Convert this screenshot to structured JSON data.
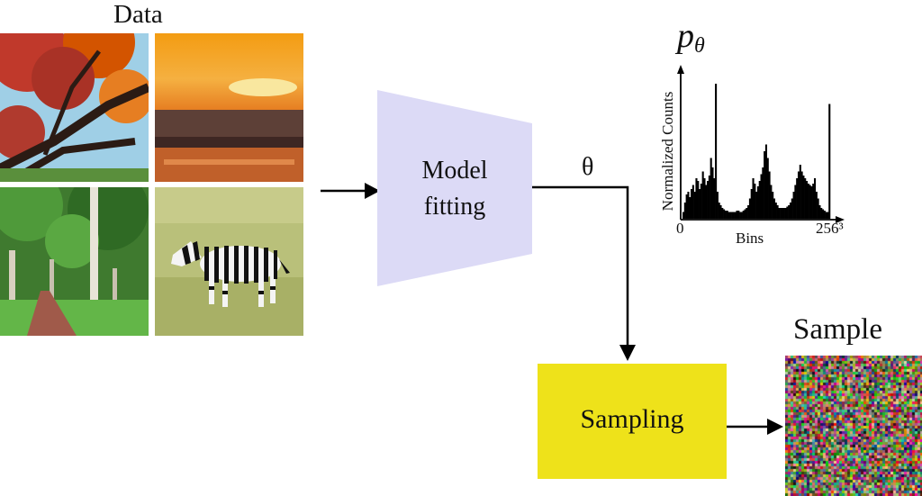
{
  "data_panel": {
    "title": "Data",
    "images": [
      "autumn-tree-image",
      "sunset-beach-image",
      "forest-path-image",
      "zebra-savanna-image"
    ]
  },
  "model": {
    "line1": "Model",
    "line2": "fitting"
  },
  "theta": "θ",
  "distribution": {
    "symbol": "p",
    "subscript": "θ",
    "ylabel": "Normalized Counts",
    "xlabel": "Bins",
    "tick_start": "0",
    "tick_end": "256³"
  },
  "sampling": {
    "label": "Sampling"
  },
  "sample": {
    "title": "Sample"
  },
  "colors": {
    "model_fill": "#dcdaf6",
    "sampling_fill": "#eee21a",
    "arrow": "#000000"
  },
  "histogram_shape": [
    0.05,
    0.12,
    0.18,
    0.2,
    0.16,
    0.22,
    0.25,
    0.2,
    0.3,
    0.28,
    0.22,
    0.26,
    0.35,
    0.3,
    0.25,
    0.28,
    0.32,
    0.45,
    0.38,
    0.3,
    1.0,
    0.2,
    0.12,
    0.1,
    0.08,
    0.07,
    0.06,
    0.06,
    0.05,
    0.05,
    0.05,
    0.05,
    0.05,
    0.06,
    0.06,
    0.05,
    0.05,
    0.06,
    0.07,
    0.08,
    0.1,
    0.15,
    0.22,
    0.3,
    0.26,
    0.2,
    0.24,
    0.28,
    0.33,
    0.38,
    0.5,
    0.55,
    0.45,
    0.35,
    0.25,
    0.2,
    0.15,
    0.12,
    0.1,
    0.08,
    0.08,
    0.08,
    0.08,
    0.08,
    0.09,
    0.1,
    0.12,
    0.15,
    0.2,
    0.25,
    0.3,
    0.35,
    0.4,
    0.35,
    0.32,
    0.3,
    0.28,
    0.26,
    0.25,
    0.24,
    0.26,
    0.3,
    0.2,
    0.15,
    0.1,
    0.08,
    0.07,
    0.06,
    0.05,
    0.05,
    0.85
  ]
}
